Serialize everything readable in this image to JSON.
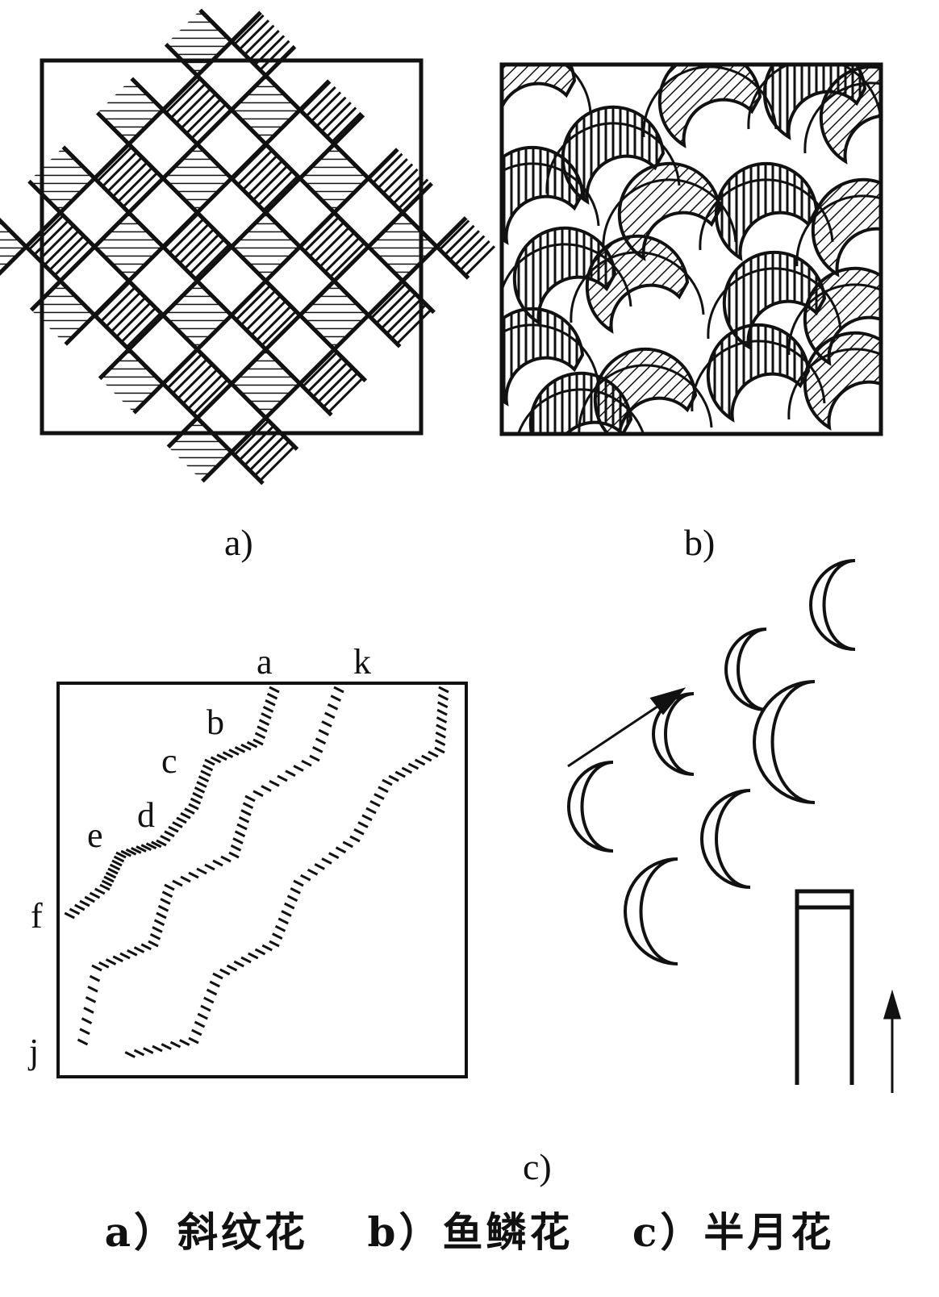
{
  "panels": {
    "a": {
      "label": "a)"
    },
    "b": {
      "label": "b)"
    },
    "c": {
      "label": "c)",
      "points": [
        "a",
        "k",
        "b",
        "c",
        "d",
        "e",
        "f",
        "j"
      ]
    }
  },
  "caption": {
    "a": "a）斜纹花",
    "b": "b）鱼鳞花",
    "c": "c）半月花"
  }
}
